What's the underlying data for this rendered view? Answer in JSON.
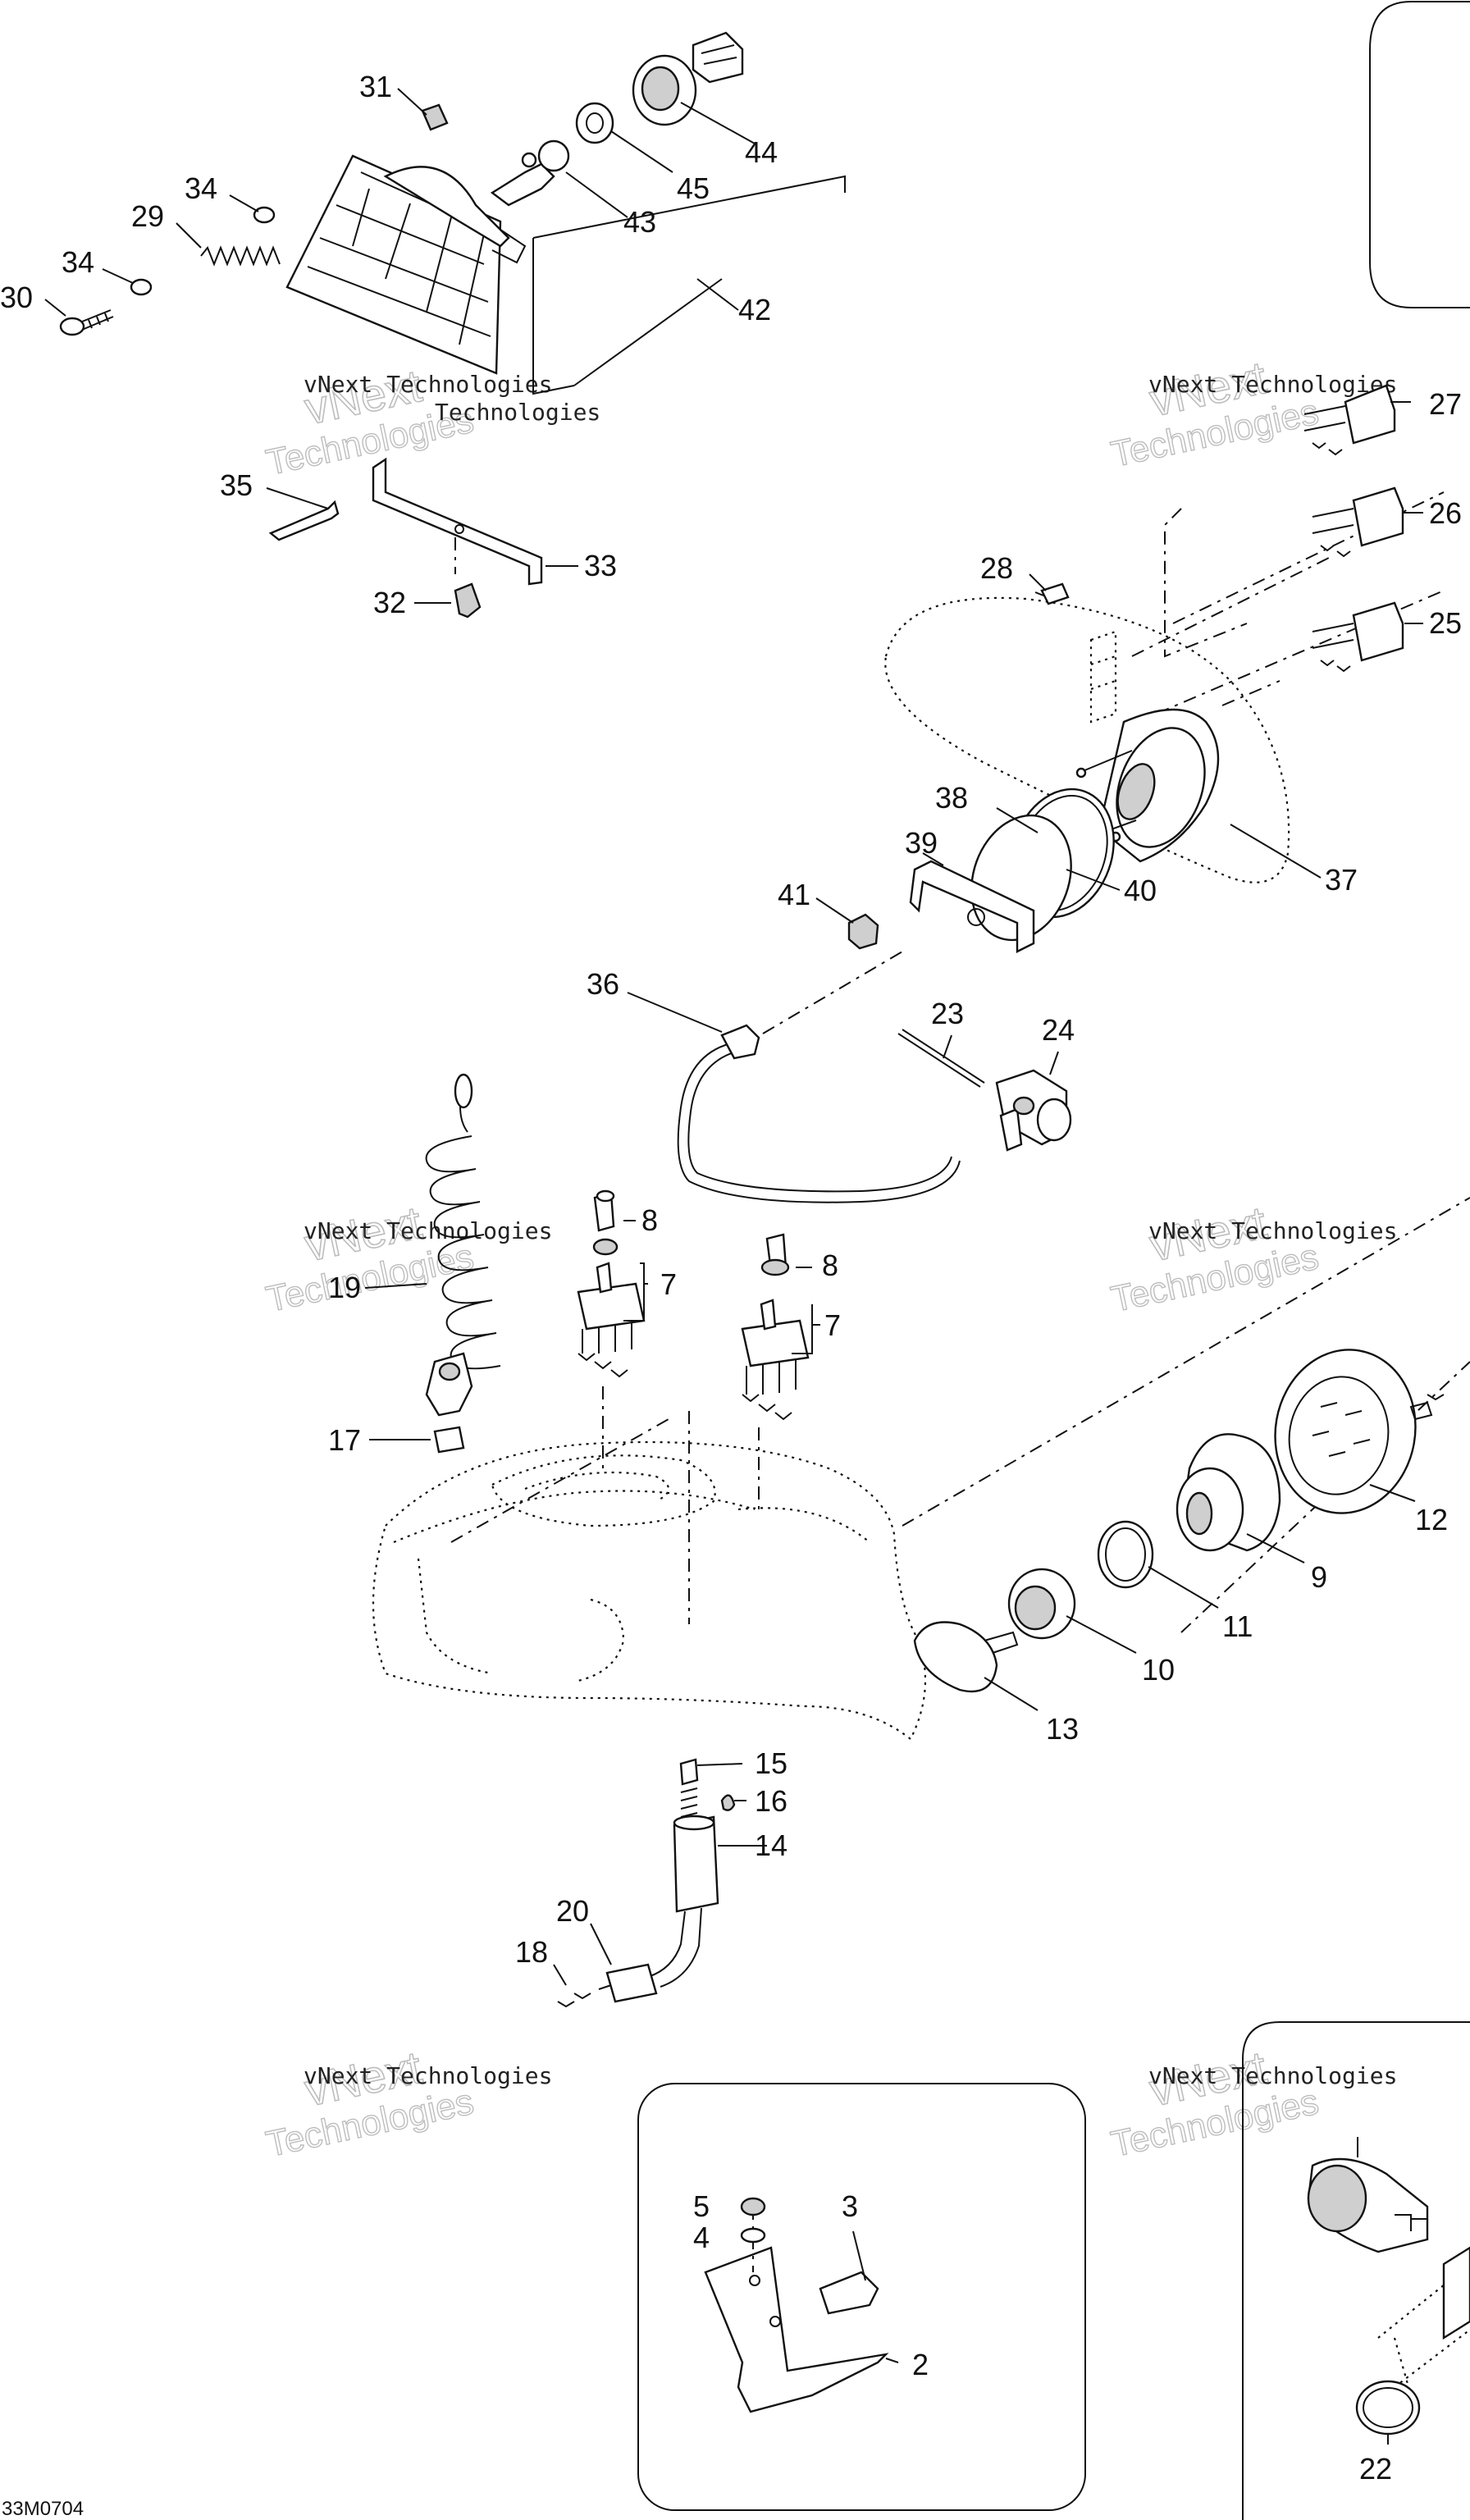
{
  "diagram_code": "33M0704",
  "watermark": {
    "line1": "vNext Technologies",
    "line2": "vNext",
    "line3": "Technologies"
  },
  "callouts": [
    {
      "id": "c31",
      "label": "31"
    },
    {
      "id": "c44",
      "label": "44"
    },
    {
      "id": "c45",
      "label": "45"
    },
    {
      "id": "c43",
      "label": "43"
    },
    {
      "id": "c42",
      "label": "42"
    },
    {
      "id": "c34a",
      "label": "34"
    },
    {
      "id": "c29",
      "label": "29"
    },
    {
      "id": "c34b",
      "label": "34"
    },
    {
      "id": "c30",
      "label": "30"
    },
    {
      "id": "c35",
      "label": "35"
    },
    {
      "id": "c33",
      "label": "33"
    },
    {
      "id": "c32",
      "label": "32"
    },
    {
      "id": "c27",
      "label": "27"
    },
    {
      "id": "c26",
      "label": "26"
    },
    {
      "id": "c25",
      "label": "25"
    },
    {
      "id": "c28",
      "label": "28"
    },
    {
      "id": "c38",
      "label": "38"
    },
    {
      "id": "c37",
      "label": "37"
    },
    {
      "id": "c39",
      "label": "39"
    },
    {
      "id": "c40",
      "label": "40"
    },
    {
      "id": "c41",
      "label": "41"
    },
    {
      "id": "c36",
      "label": "36"
    },
    {
      "id": "c23",
      "label": "23"
    },
    {
      "id": "c24",
      "label": "24"
    },
    {
      "id": "c8a",
      "label": "8"
    },
    {
      "id": "c7a",
      "label": "7"
    },
    {
      "id": "c8b",
      "label": "8"
    },
    {
      "id": "c7b",
      "label": "7"
    },
    {
      "id": "c19",
      "label": "19"
    },
    {
      "id": "c17",
      "label": "17"
    },
    {
      "id": "c12",
      "label": "12"
    },
    {
      "id": "c9",
      "label": "9"
    },
    {
      "id": "c11",
      "label": "11"
    },
    {
      "id": "c10",
      "label": "10"
    },
    {
      "id": "c13",
      "label": "13"
    },
    {
      "id": "c15",
      "label": "15"
    },
    {
      "id": "c16",
      "label": "16"
    },
    {
      "id": "c14",
      "label": "14"
    },
    {
      "id": "c20",
      "label": "20"
    },
    {
      "id": "c18",
      "label": "18"
    },
    {
      "id": "c5",
      "label": "5"
    },
    {
      "id": "c4",
      "label": "4"
    },
    {
      "id": "c3",
      "label": "3"
    },
    {
      "id": "c2",
      "label": "2"
    },
    {
      "id": "c22",
      "label": "22"
    }
  ]
}
